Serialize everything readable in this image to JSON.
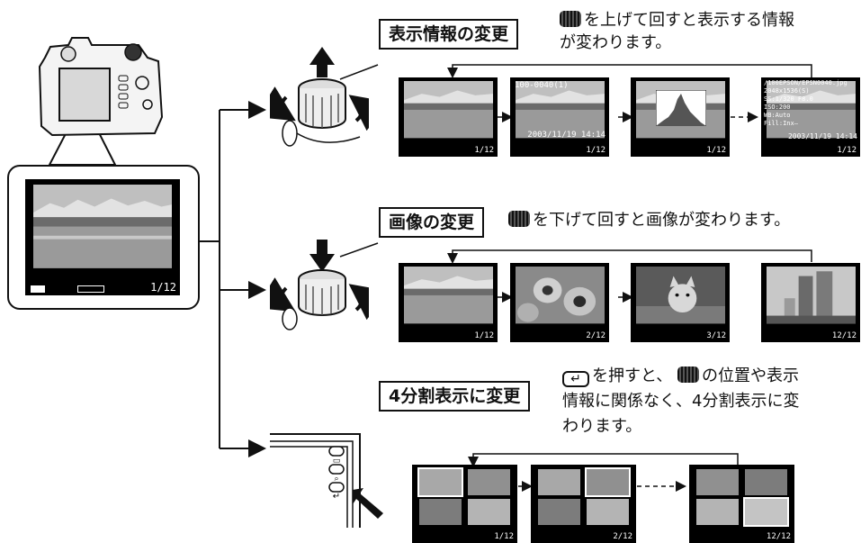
{
  "sections": [
    {
      "title": "表示情報の変更",
      "desc_lines": [
        "を上げて回すと表示する情報",
        "が変わります。"
      ]
    },
    {
      "title": "画像の変更",
      "desc_lines": [
        "を下げて回すと画像が変わります。"
      ]
    },
    {
      "title": "4分割表示に変更",
      "desc_lines": [
        "を押すと、",
        "の位置や表示",
        "情報に関係なく、4分割表示に変",
        "わります。"
      ]
    }
  ],
  "main_display": {
    "counter": "1/12"
  },
  "info_thumbs": {
    "counters": [
      "1/12",
      "1/12",
      "1/12",
      "1/12"
    ],
    "file_id": "100-0040(1)",
    "date_short": "2003/11/19 14:14",
    "detail_lines": [
      "/100EPSON/EPSN0040.jpg",
      "2048x1536(S)",
      "SS:1/320 F8.0",
      "ISO:200",
      "WB:Auto",
      "Fill:Inx—"
    ],
    "date_full": "2003/11/19 14:14"
  },
  "image_thumbs": {
    "counters": [
      "1/12",
      "2/12",
      "3/12",
      "12/12"
    ]
  },
  "quad_thumbs": {
    "counters": [
      "1/12",
      "2/12",
      "12/12"
    ]
  },
  "icons": {
    "enter_symbol": "↵",
    "camera": "camera-icon",
    "dial": "dial-icon"
  }
}
